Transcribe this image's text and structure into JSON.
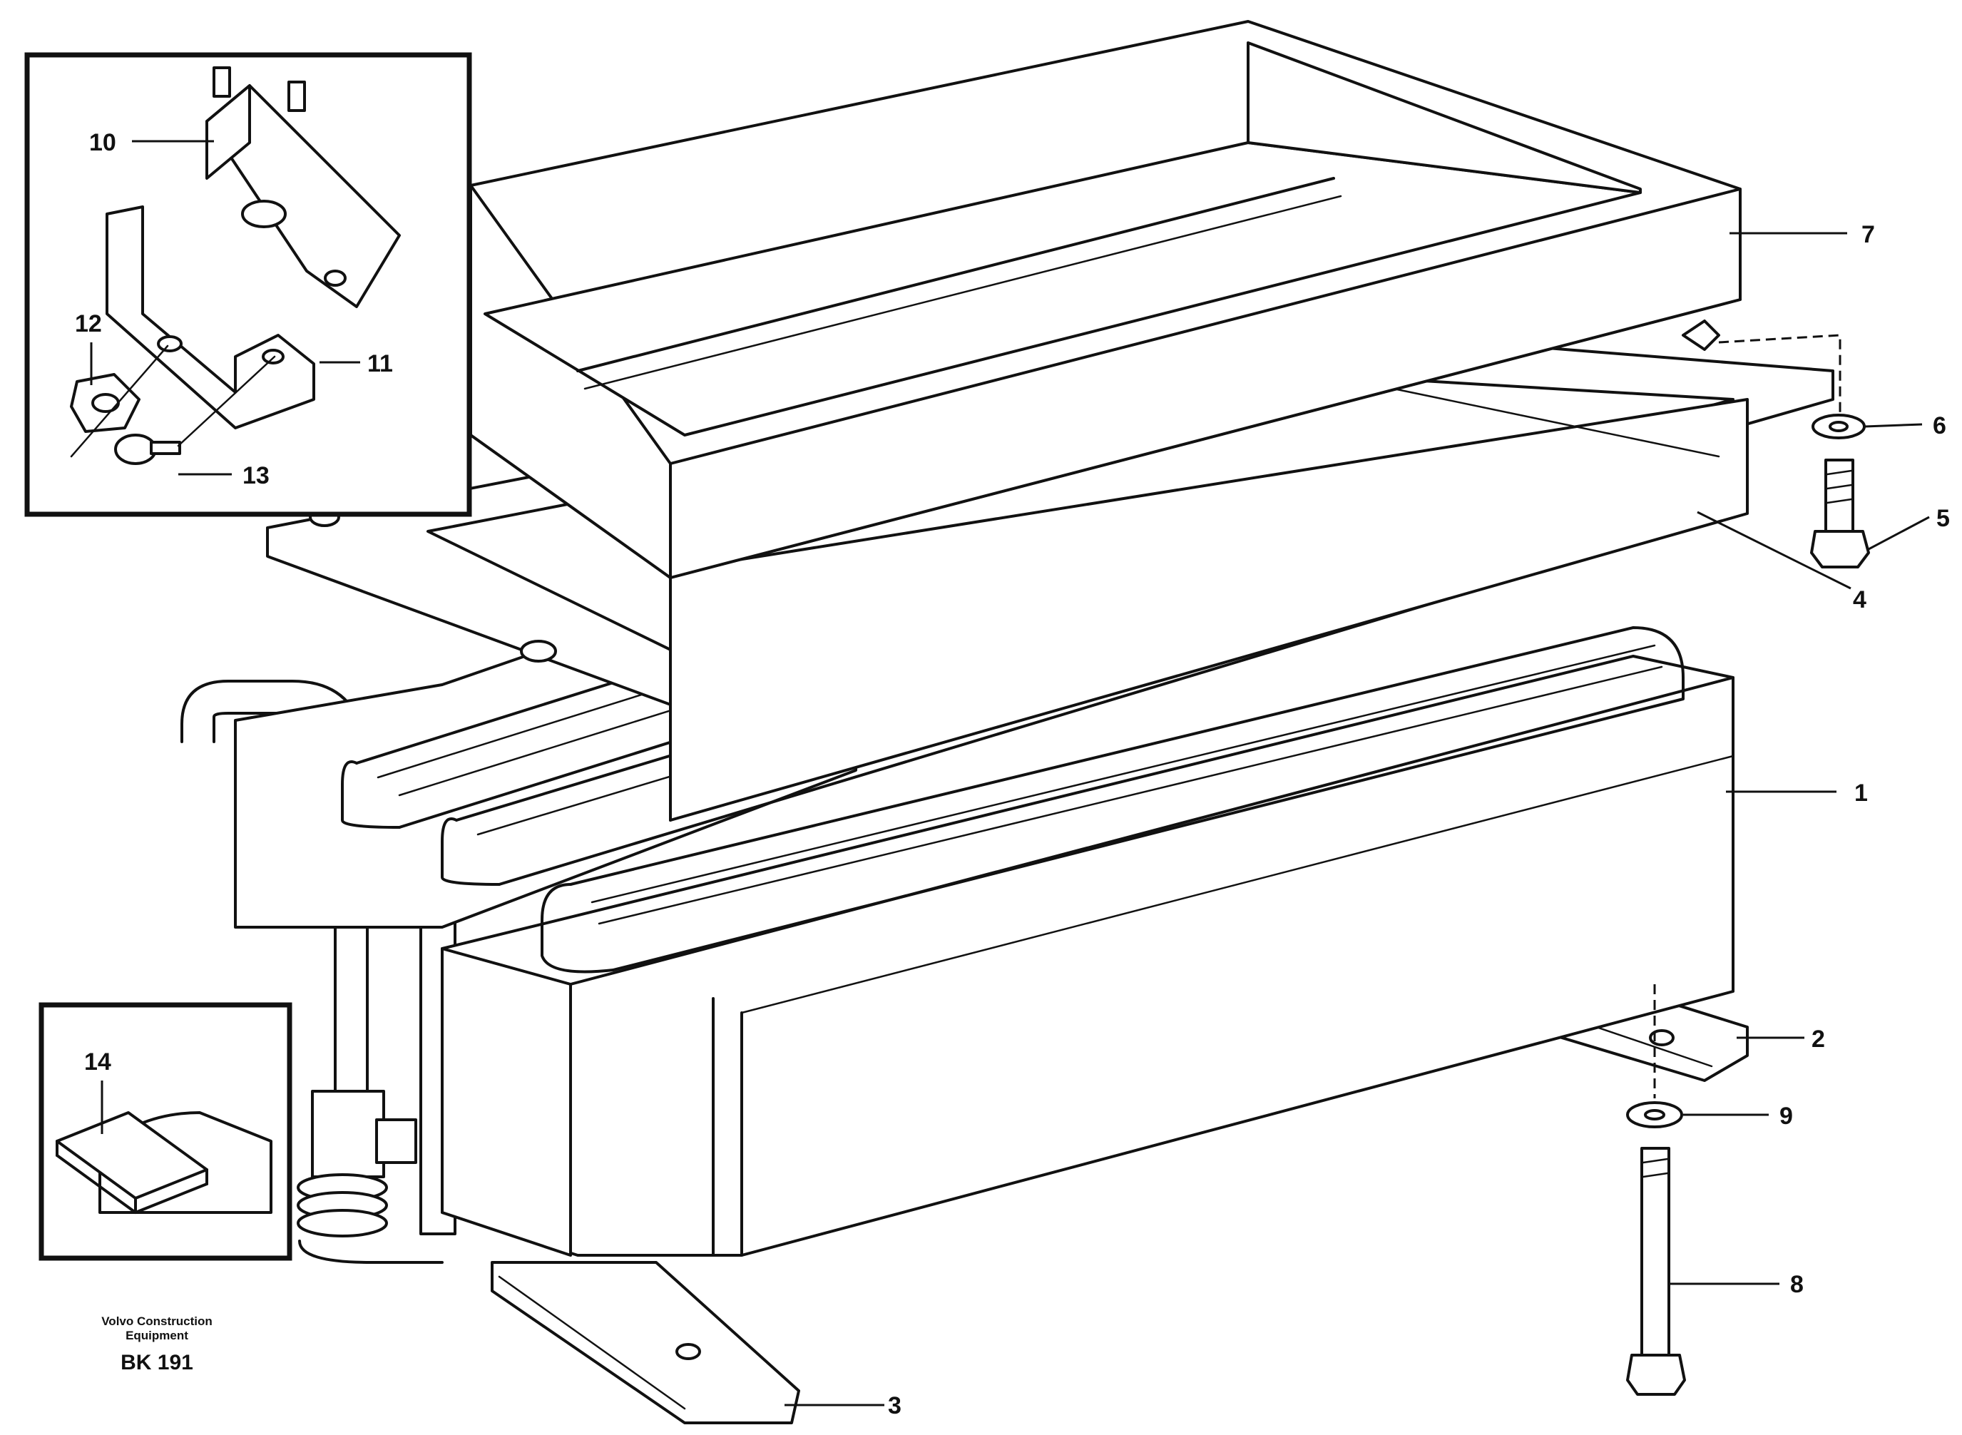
{
  "callouts": [
    {
      "id": "1",
      "label": "1"
    },
    {
      "id": "2",
      "label": "2"
    },
    {
      "id": "3",
      "label": "3"
    },
    {
      "id": "4",
      "label": "4"
    },
    {
      "id": "5",
      "label": "5"
    },
    {
      "id": "6",
      "label": "6"
    },
    {
      "id": "7",
      "label": "7"
    },
    {
      "id": "8",
      "label": "8"
    },
    {
      "id": "9",
      "label": "9"
    },
    {
      "id": "10",
      "label": "10"
    },
    {
      "id": "11",
      "label": "11"
    },
    {
      "id": "12",
      "label": "12"
    },
    {
      "id": "13",
      "label": "13"
    },
    {
      "id": "14",
      "label": "14"
    }
  ],
  "credit": {
    "line1": "Volvo Construction",
    "line2": "Equipment",
    "code": "BK 191"
  }
}
